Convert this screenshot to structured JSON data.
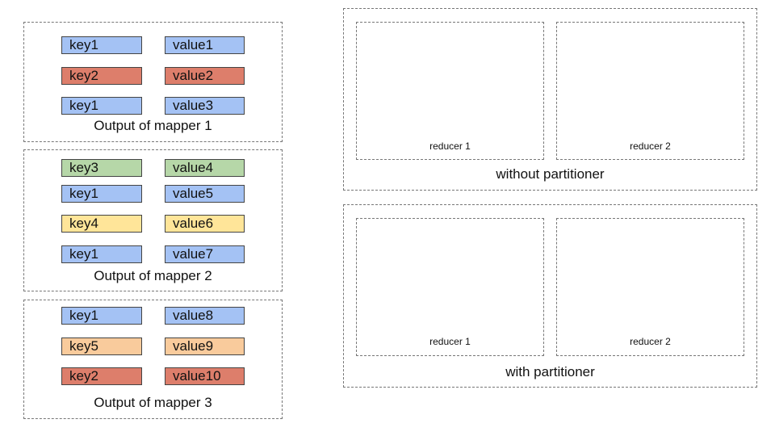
{
  "colors": {
    "blue": "#a4c2f4",
    "red": "#dd7e6b",
    "green": "#b6d7a8",
    "yellow": "#ffe599",
    "orange": "#f9cb9c"
  },
  "mappers": [
    {
      "caption": "Output of mapper 1",
      "pairs": [
        {
          "key": "key1",
          "value": "value1",
          "color": "blue"
        },
        {
          "key": "key2",
          "value": "value2",
          "color": "red"
        },
        {
          "key": "key1",
          "value": "value3",
          "color": "blue"
        }
      ]
    },
    {
      "caption": "Output of mapper 2",
      "pairs": [
        {
          "key": "key3",
          "value": "value4",
          "color": "green"
        },
        {
          "key": "key1",
          "value": "value5",
          "color": "blue"
        },
        {
          "key": "key4",
          "value": "value6",
          "color": "yellow"
        },
        {
          "key": "key1",
          "value": "value7",
          "color": "blue"
        }
      ]
    },
    {
      "caption": "Output of mapper 3",
      "pairs": [
        {
          "key": "key1",
          "value": "value8",
          "color": "blue"
        },
        {
          "key": "key5",
          "value": "value9",
          "color": "orange"
        },
        {
          "key": "key2",
          "value": "value10",
          "color": "red"
        }
      ]
    }
  ],
  "groups": [
    {
      "caption": "without partitioner",
      "reducers": [
        "reducer 1",
        "reducer 2"
      ]
    },
    {
      "caption": "with partitioner",
      "reducers": [
        "reducer 1",
        "reducer 2"
      ]
    }
  ]
}
